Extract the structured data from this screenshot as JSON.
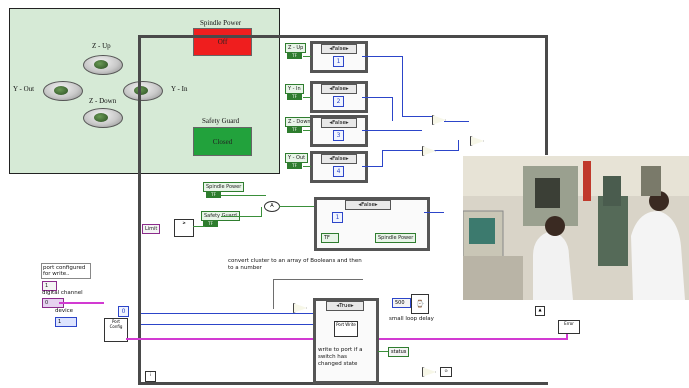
{
  "front_panel": {
    "z_up": "Z - Up",
    "y_out": "Y - Out",
    "y_in": "Y - In",
    "z_down": "Z - Down",
    "spindle_power": {
      "label": "Spindle Power",
      "state": "Off",
      "color": "#ef1e1e"
    },
    "safety_guard": {
      "label": "Safety Guard",
      "state": "Closed",
      "color": "#22a23c"
    }
  },
  "diagram": {
    "terminals": {
      "z_up": "Z - Up",
      "y_in": "Y - In",
      "z_down": "Z - Down",
      "y_out": "Y - Out",
      "spindle_power": "Spindle Power",
      "safety_guard": "Safety Guard",
      "spindle_power_ind": "Spindle Power",
      "tf": "TF"
    },
    "cases": {
      "false_label": "False",
      "true_label": "True",
      "index_1": "1",
      "index_2": "2",
      "index_3": "3",
      "index_4": "4"
    },
    "limit": "Limit",
    "notes": {
      "convert": "convert cluster to an array of Booleans and then to a number",
      "port_configured": "port configured for write..",
      "digital_channel": "digital channel",
      "device": "device",
      "small_loop_delay": "small loop delay",
      "write_to_port": "write to port if a switch has changed state",
      "status": "status"
    },
    "values": {
      "const_1": "1",
      "const_0": "0",
      "const_1b": "1",
      "delay": "500",
      "digital_channel": "0",
      "device": "1"
    },
    "nodes": {
      "port_config": "Port Config",
      "port_write": "Port Write",
      "error": "Error"
    },
    "colors": {
      "boolean": "#3a8f3a",
      "integer": "#2c45c9",
      "cluster": "#d23ad2"
    }
  },
  "photo": {
    "caption": ""
  }
}
